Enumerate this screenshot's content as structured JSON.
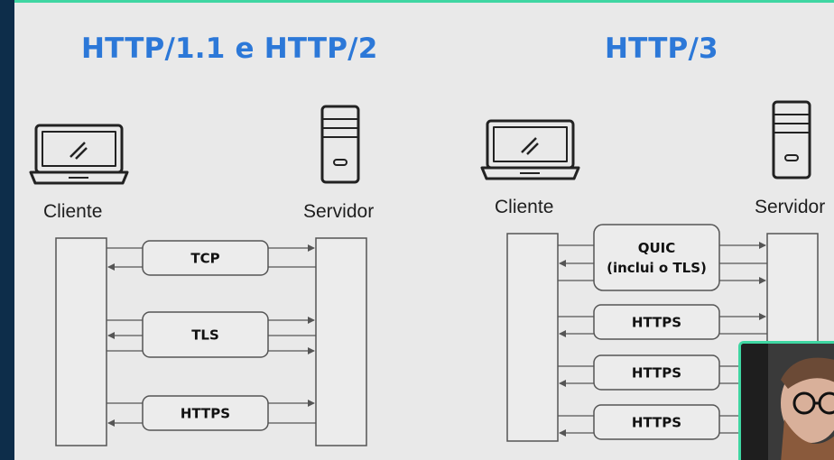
{
  "left": {
    "title": "HTTP/1.1 e HTTP/2",
    "client_label": "Cliente",
    "server_label": "Servidor",
    "layers": [
      "TCP",
      "TLS",
      "HTTPS"
    ]
  },
  "right": {
    "title": "HTTP/3",
    "client_label": "Cliente",
    "server_label": "Servidor",
    "layers": [
      {
        "line1": "QUIC",
        "line2": "(inclui o TLS)"
      },
      {
        "line1": "HTTPS"
      },
      {
        "line1": "HTTPS"
      },
      {
        "line1": "HTTPS"
      }
    ]
  },
  "colors": {
    "title": "#2c78d8",
    "accent": "#3fd6a2",
    "sidebar": "#0d2d4a",
    "background": "#e9e9e9"
  }
}
